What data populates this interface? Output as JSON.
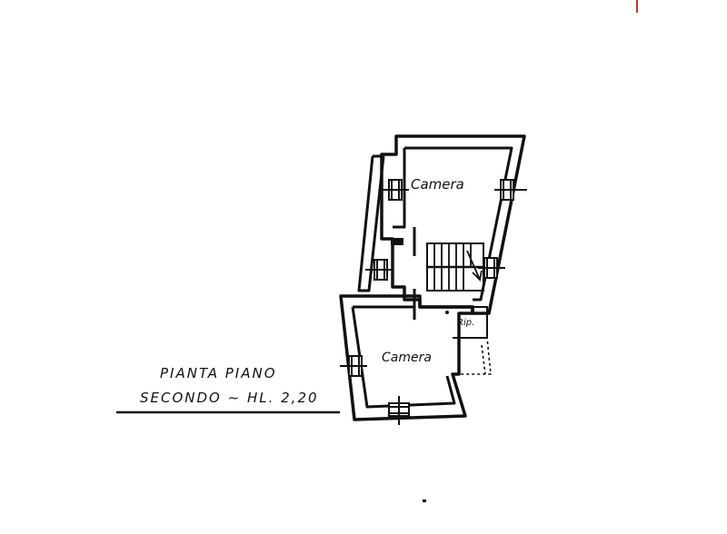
{
  "title": {
    "line1": "PIANTA PIANO",
    "line2": "SECONDO ~ HL. 2,20"
  },
  "rooms": {
    "upper": "Camera",
    "lower": "Camera",
    "storage": "Rip."
  },
  "colors": {
    "ink": "#111111",
    "corner_mark": "#c0392b",
    "background": "#ffffff"
  }
}
